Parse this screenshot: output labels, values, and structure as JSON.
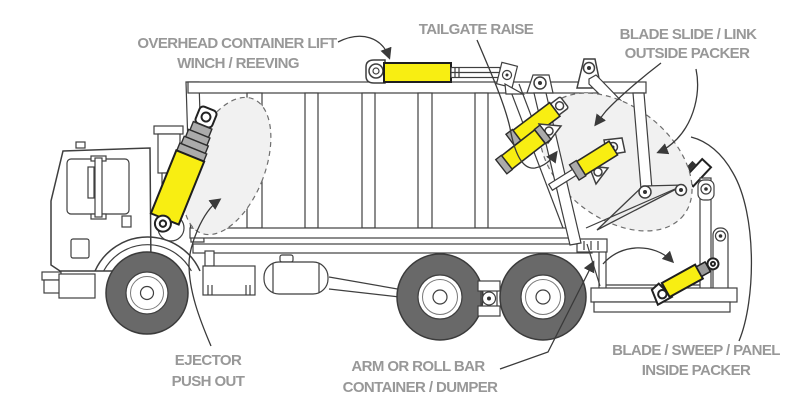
{
  "colors": {
    "label_text": "#989898",
    "line": "#3f3f3f",
    "cylinder_yellow": "#f8ee12",
    "cylinder_gray": "#ababab",
    "tire_gray": "#696969",
    "highlight_fill": "#f1f1f1",
    "background": "#ffffff"
  },
  "labels": {
    "overhead_lift": {
      "line1": "OVERHEAD CONTAINER LIFT",
      "line2": "WINCH / REEVING"
    },
    "tailgate_raise": {
      "line1": "TAILGATE RAISE"
    },
    "outside_packer": {
      "line1": "BLADE SLIDE / LINK",
      "line2": "OUTSIDE PACKER"
    },
    "ejector": {
      "line1": "EJECTOR",
      "line2": "PUSH OUT"
    },
    "arm_dumper": {
      "line1": "ARM OR ROLL BAR",
      "line2": "CONTAINER / DUMPER"
    },
    "inside_packer": {
      "line1": "BLADE / SWEEP / PANEL",
      "line2": "INSIDE PACKER"
    }
  }
}
